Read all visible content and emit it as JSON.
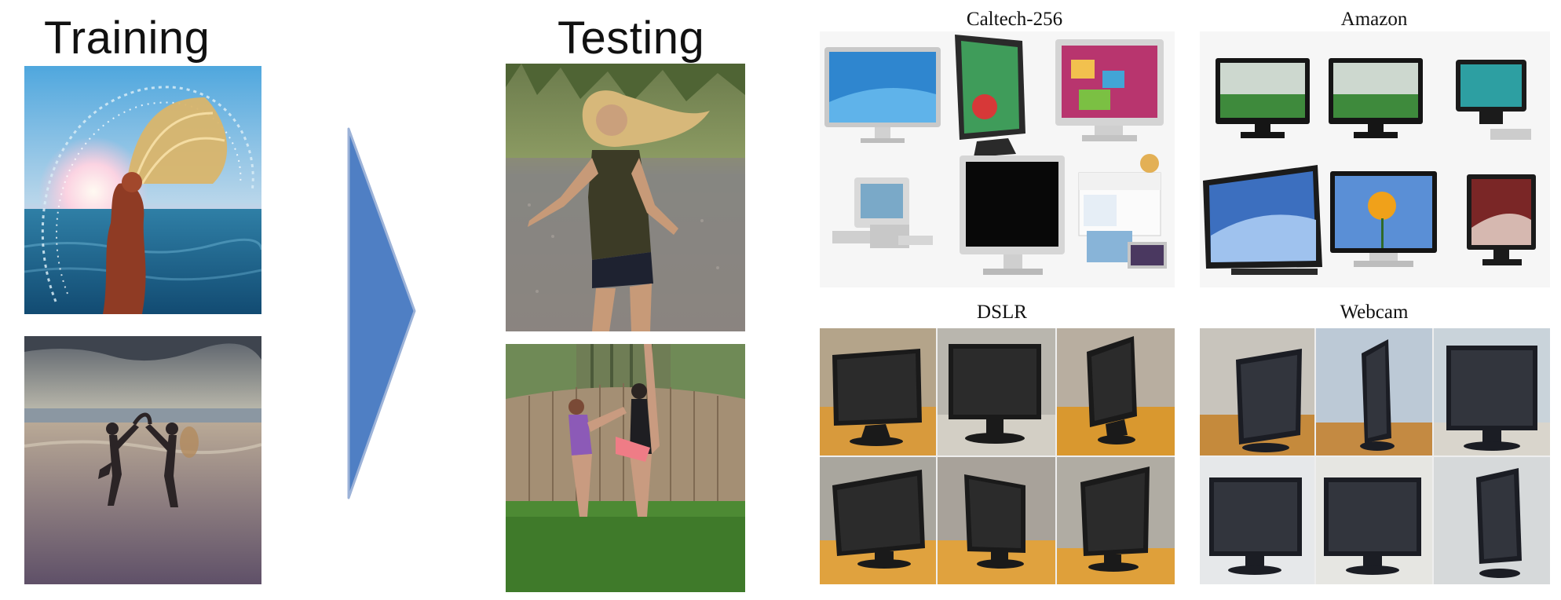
{
  "titles": {
    "training": "Training",
    "testing": "Testing"
  },
  "datasets": {
    "caltech": "Caltech-256",
    "amazon": "Amazon",
    "dslr": "DSLR",
    "webcam": "Webcam"
  },
  "icons": {
    "arrow": "right-triangle-arrow"
  },
  "colors": {
    "arrow_fill": "#4f7fc4",
    "arrow_stroke": "#9db3d8"
  }
}
